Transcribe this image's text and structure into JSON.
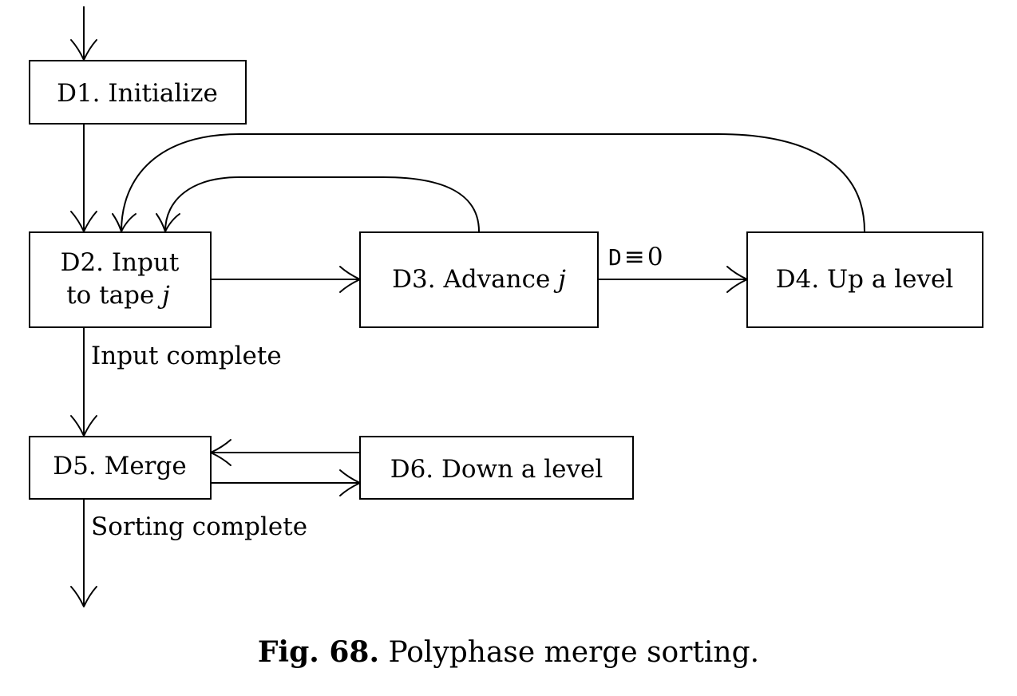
{
  "nodes": {
    "d1": {
      "label": "D1. Initialize"
    },
    "d2": {
      "line1": "D2. Input",
      "line2_text": "to tape ",
      "line2_var": "j"
    },
    "d3": {
      "text": "D3. Advance ",
      "var": "j"
    },
    "d4": {
      "label": "D4. Up a level"
    },
    "d5": {
      "label": "D5. Merge"
    },
    "d6": {
      "label": "D6. Down a level"
    }
  },
  "edge_labels": {
    "d3_d4_var": "D",
    "d3_d4_rel": "≡",
    "d3_d4_val": "0",
    "input_complete": "Input complete",
    "sorting_complete": "Sorting complete"
  },
  "caption": {
    "fig": "Fig. 68.",
    "text": "Polyphase merge sorting."
  }
}
